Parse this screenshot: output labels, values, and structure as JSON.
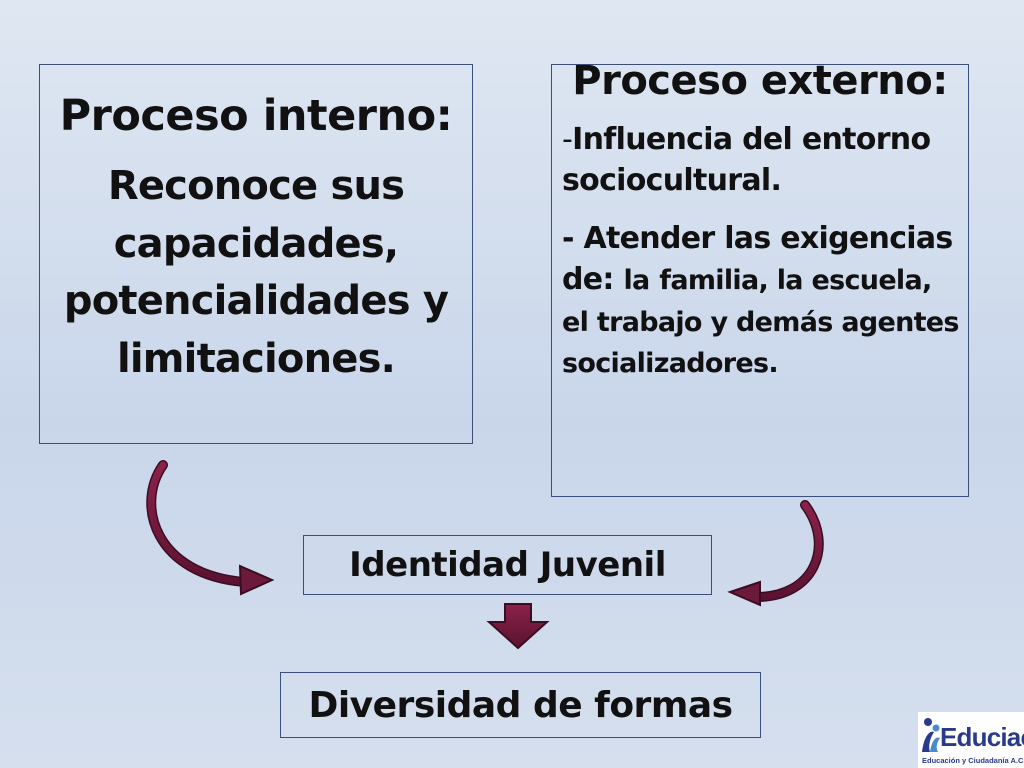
{
  "internal": {
    "title": "Proceso interno:",
    "body": "Reconoce sus capacidades, potencialidades y limitaciones."
  },
  "external": {
    "title": "Proceso externo:",
    "item1_dash": "-",
    "item1_text": "Influencia del entorno sociocultural.",
    "item2_lead": "- Atender las exigencias de:",
    "item2_first": "la",
    "item2_rest": "familia, la escuela, el trabajo y demás agentes socializadores."
  },
  "identity_label": "Identidad Juvenil",
  "diversity_label": "Diversidad de formas",
  "logo": {
    "name": "Educiac",
    "subtitle": "Educación y Ciudadanía A.C."
  },
  "colors": {
    "arrow": "#6b1a3a",
    "border": "#3b4f7a",
    "logo": "#2a3a8a"
  }
}
